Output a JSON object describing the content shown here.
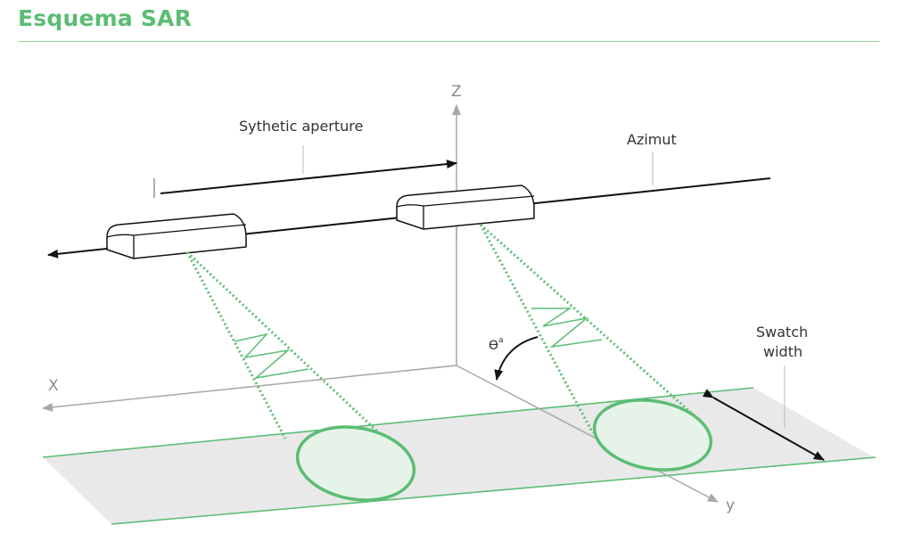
{
  "header": {
    "title": "Esquema SAR"
  },
  "labels": {
    "synthetic_aperture": "Sythetic aperture",
    "azimut": "Azimut",
    "swatch_line1": "Swatch",
    "swatch_line2": "width",
    "theta": "ϴ",
    "theta_sub": "a"
  },
  "axes": {
    "x": "X",
    "y": "y",
    "z": "Z"
  },
  "colors": {
    "accent_green": "#5bbd74",
    "footprint_fill": "#e6f3e8",
    "ground_fill": "#e9e9e9",
    "axis_gray": "#a8a8a8",
    "line_dark": "#111111"
  }
}
